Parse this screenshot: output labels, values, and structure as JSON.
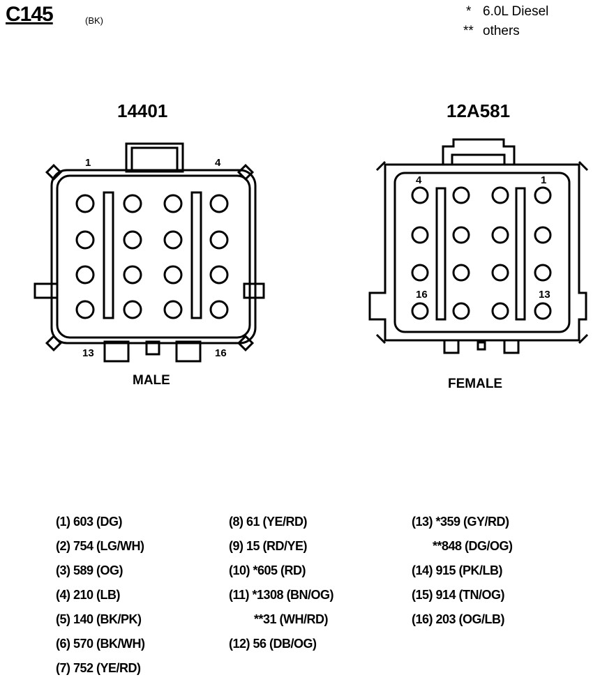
{
  "header": {
    "connector_id": "C145",
    "color_code": "(BK)",
    "legend": [
      {
        "marker": "*",
        "text": "6.0L Diesel"
      },
      {
        "marker": "**",
        "text": "others"
      }
    ]
  },
  "connectors": {
    "male": {
      "part_number": "14401",
      "label": "MALE",
      "corner_pins": {
        "top_left": "1",
        "top_right": "4",
        "bottom_left": "13",
        "bottom_right": "16"
      }
    },
    "female": {
      "part_number": "12A581",
      "label": "FEMALE",
      "corner_pins": {
        "top_left": "4",
        "top_right": "1",
        "bottom_left": "16",
        "bottom_right": "13"
      }
    }
  },
  "pinout": {
    "col1": [
      "(1) 603 (DG)",
      "(2) 754 (LG/WH)",
      "(3) 589 (OG)",
      "(4) 210 (LB)",
      "(5) 140 (BK/PK)",
      "(6) 570 (BK/WH)",
      "(7) 752 (YE/RD)"
    ],
    "col2": [
      "(8) 61 (YE/RD)",
      "(9) 15 (RD/YE)",
      "(10) *605 (RD)",
      "(11) *1308 (BN/OG)",
      "**31 (WH/RD)",
      "(12) 56 (DB/OG)"
    ],
    "col3": [
      "(13) *359 (GY/RD)",
      "**848 (DG/OG)",
      "(14) 915 (PK/LB)",
      "(15) 914 (TN/OG)",
      "(16) 203 (OG/LB)"
    ]
  }
}
